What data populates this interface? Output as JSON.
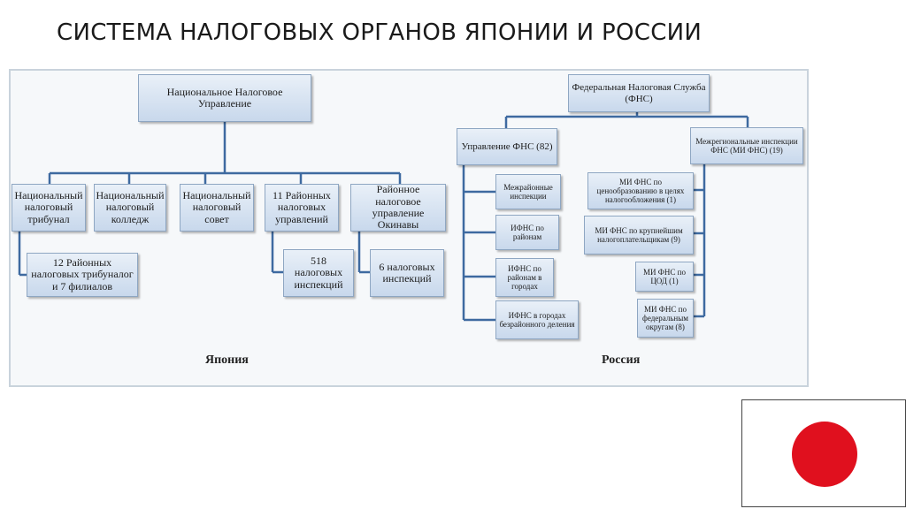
{
  "title": "СИСТЕМА НАЛОГОВЫХ ОРГАНОВ ЯПОНИИ И РОССИИ",
  "japan": {
    "caption": "Япония",
    "root": "Национальное Налоговое Управление",
    "children": [
      "Национальный налоговый трибунал",
      "Национальный налоговый колледж",
      "Национальный налоговый совет",
      "11 Районных налоговых управлений",
      "Районное налоговое управление Окинавы"
    ],
    "sub": [
      "12 Районных налоговых трибуналог и 7 филиалов",
      "518 налоговых инспекций",
      "6 налоговых инспекций"
    ]
  },
  "russia": {
    "caption": "Россия",
    "root": "Федеральная Налоговая Служба (ФНС)",
    "left_head": "Управление ФНС (82)",
    "left_items": [
      "Межрайонные инспекции",
      "ИФНС по районам",
      "ИФНС по районам в городах",
      "ИФНС в городах безрайонного деления"
    ],
    "right_head": "Межрегиональные инспекции ФНС (МИ ФНС) (19)",
    "right_items": [
      "МИ ФНС по ценообразованию в целях налогообложения (1)",
      "МИ ФНС по крупнейшим налогоплательщикам (9)",
      "МИ ФНС по ЦОД (1)",
      "МИ ФНС по федеральным округам (8)"
    ]
  },
  "colors": {
    "box_fill": "#d6e2f0",
    "box_border": "#8ea6c2",
    "connector": "#3e6aa0",
    "flag_red": "#e0101e"
  },
  "icons": [
    "flag-japan-icon"
  ]
}
